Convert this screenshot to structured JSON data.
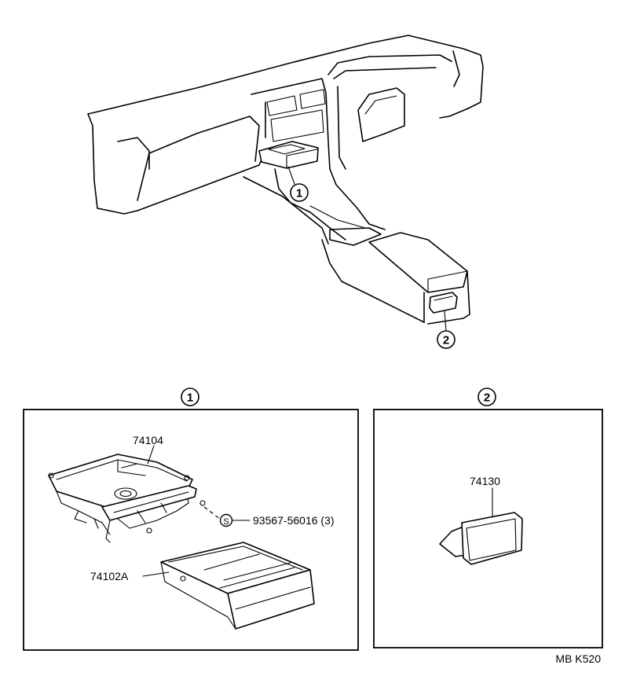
{
  "callouts": {
    "c1": "1",
    "c2": "2"
  },
  "panel1": {
    "header": "1",
    "part_upper": "74104",
    "part_lower": "74102A",
    "screw_symbol": "S",
    "screw_part": "93567-56016 (3)"
  },
  "panel2": {
    "header": "2",
    "part": "74130"
  },
  "footer": {
    "code": "MB K520"
  }
}
